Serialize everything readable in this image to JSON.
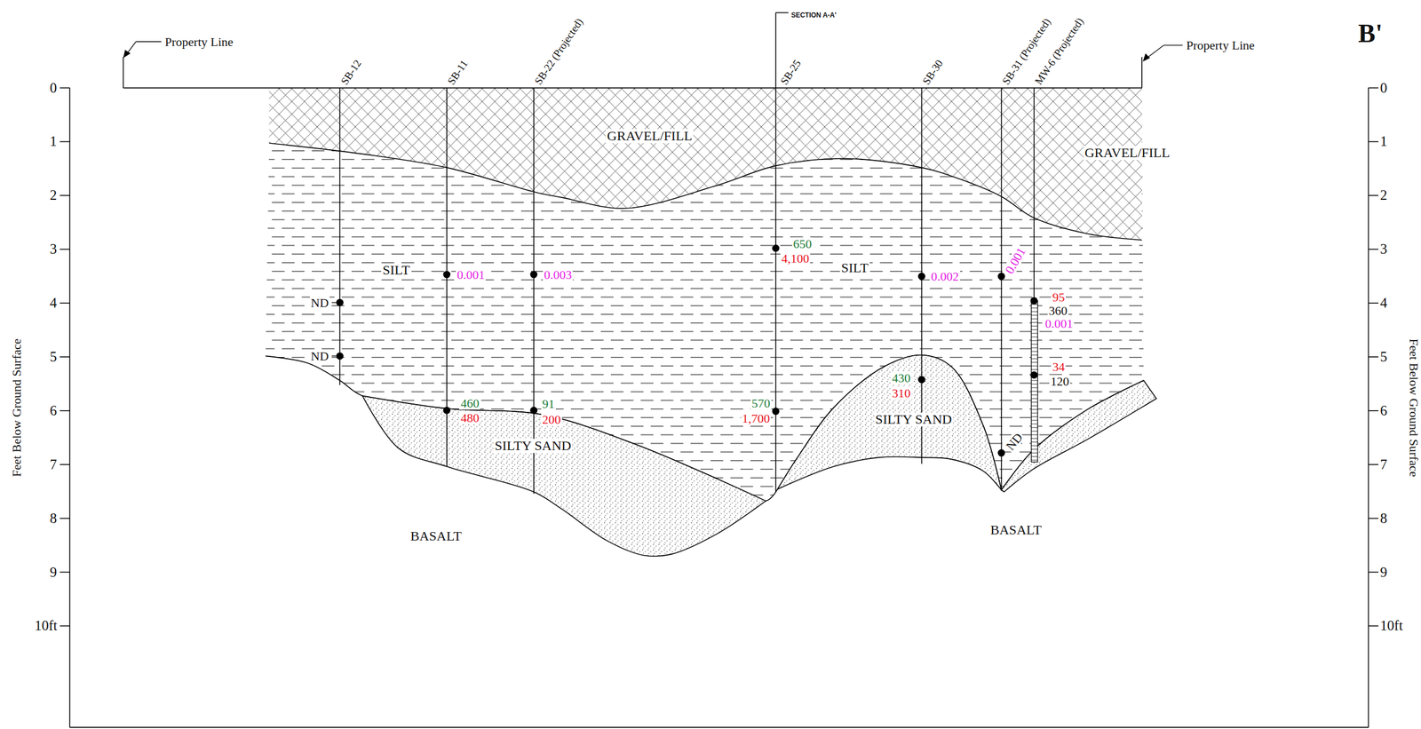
{
  "diagram": {
    "labels": [
      "0",
      "1",
      "2",
      "3",
      "4",
      "5",
      "6",
      "7",
      "8",
      "9",
      "10ft",
      "0",
      "1",
      "2",
      "3",
      "4",
      "5",
      "6",
      "7",
      "8",
      "9",
      "10ft",
      "Feet Below Ground Surface",
      "Feet Below Ground Surface",
      "Property Line",
      "Property Line",
      "B'",
      "SECTION A-A'",
      "SB-12",
      "SB-11",
      "SB-22 (Projected)",
      "SB-25",
      "SB-30",
      "SB-31 (Projected)",
      "MW-6 (Projected)",
      "GRAVEL/FILL",
      "GRAVEL/FILL",
      "SILT",
      "SILT",
      "SILTY SAND",
      "SILTY SAND",
      "BASALT",
      "BASALT",
      "ND",
      "ND",
      "0.001",
      "460",
      "480",
      "0.003",
      "91",
      "200",
      "650",
      "4,100",
      "570",
      "1,700",
      "0.002",
      "430",
      "310",
      "0.001",
      "ND",
      "95",
      "360",
      "0.001",
      "34",
      "120"
    ]
  }
}
